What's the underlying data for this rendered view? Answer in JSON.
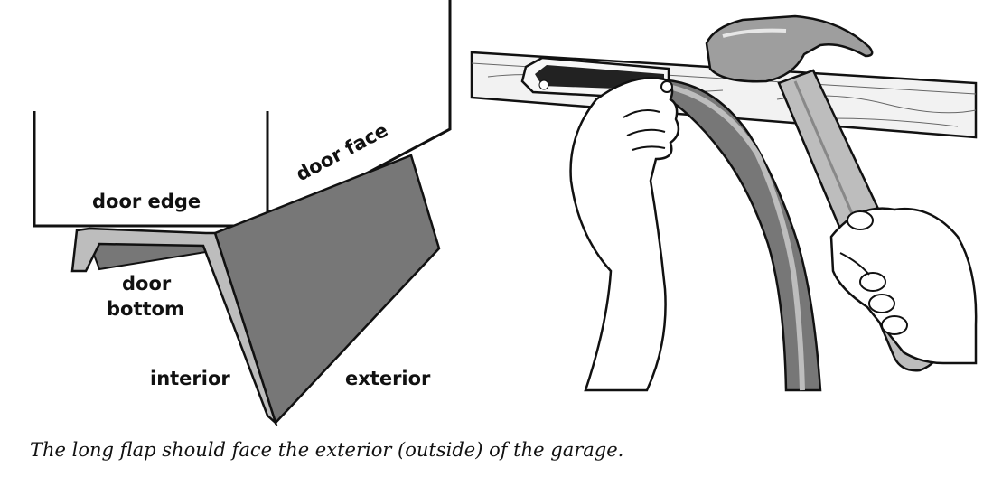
{
  "labels": {
    "door_edge": "door edge",
    "door_face": "door face",
    "door_bottom_1": "door",
    "door_bottom_2": "bottom",
    "interior": "interior",
    "exterior": "exterior"
  },
  "caption": "The long flap should face the exterior (outside) of the garage.",
  "colors": {
    "seal_gray": "#777777",
    "light_gray": "#bdbdbd",
    "dark": "#222222",
    "ink": "#111111"
  },
  "icons": [
    "hammer-icon",
    "hand-icon",
    "weatherstrip-seal-icon",
    "door-bottom-icon"
  ]
}
